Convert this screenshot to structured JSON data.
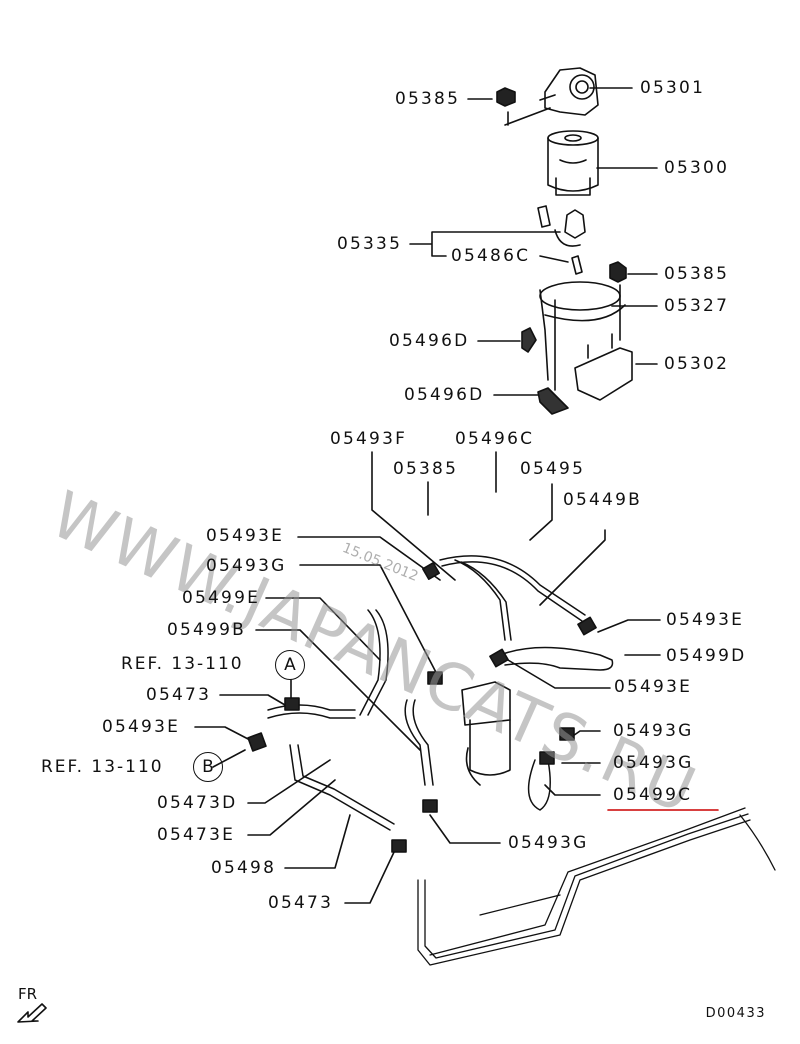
{
  "diagram": {
    "type": "parts-exploded-view",
    "watermark": "WWW.JAPANCATS.RU",
    "date_stamp": "15.05.2012",
    "diagram_code": "D00433",
    "orientation_label": "FR",
    "highlight_color": "#cc0000",
    "highlighted_part": "05499C",
    "references": [
      {
        "text": "REF. 13-110",
        "marker": "A"
      },
      {
        "text": "REF. 13-110",
        "marker": "B"
      }
    ],
    "parts": [
      {
        "id": "p1",
        "label": "05385"
      },
      {
        "id": "p2",
        "label": "05301"
      },
      {
        "id": "p3",
        "label": "05300"
      },
      {
        "id": "p4",
        "label": "05335"
      },
      {
        "id": "p5",
        "label": "05486C"
      },
      {
        "id": "p6",
        "label": "05385"
      },
      {
        "id": "p7",
        "label": "05327"
      },
      {
        "id": "p8",
        "label": "05496D"
      },
      {
        "id": "p9",
        "label": "05302"
      },
      {
        "id": "p10",
        "label": "05496D"
      },
      {
        "id": "p11",
        "label": "05493F"
      },
      {
        "id": "p12",
        "label": "05496C"
      },
      {
        "id": "p13",
        "label": "05385"
      },
      {
        "id": "p14",
        "label": "05495"
      },
      {
        "id": "p15",
        "label": "05449B"
      },
      {
        "id": "p16",
        "label": "05493E"
      },
      {
        "id": "p17",
        "label": "05493G"
      },
      {
        "id": "p18",
        "label": "05499E"
      },
      {
        "id": "p19",
        "label": "05499B"
      },
      {
        "id": "p20",
        "label": "05493E"
      },
      {
        "id": "p21",
        "label": "05499D"
      },
      {
        "id": "p22",
        "label": "05493E"
      },
      {
        "id": "p23",
        "label": "05473"
      },
      {
        "id": "p24",
        "label": "05493E"
      },
      {
        "id": "p25",
        "label": "05493G"
      },
      {
        "id": "p26",
        "label": "05493G"
      },
      {
        "id": "p27",
        "label": "05499C"
      },
      {
        "id": "p28",
        "label": "05473D"
      },
      {
        "id": "p29",
        "label": "05473E"
      },
      {
        "id": "p30",
        "label": "05493G"
      },
      {
        "id": "p31",
        "label": "05498"
      },
      {
        "id": "p32",
        "label": "05473"
      }
    ]
  }
}
